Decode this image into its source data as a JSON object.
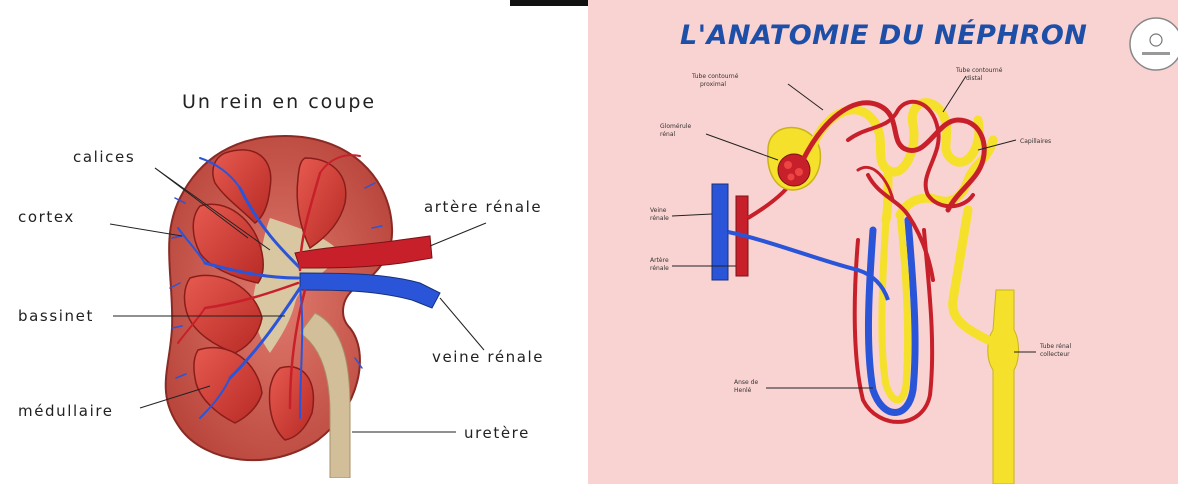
{
  "left_diagram": {
    "title": "Un rein en coupe",
    "labels": {
      "calices": "calices",
      "cortex": "cortex",
      "bassinet": "bassinet",
      "medullaire": "médullaire",
      "artere": "artère rénale",
      "veine": "veine rénale",
      "uretere": "uretère"
    }
  },
  "right_diagram": {
    "title": "L'ANATOMIE DU NÉPHRON",
    "labels": {
      "tube_proximal_1": "Tube contourné",
      "tube_proximal_2": "proximal",
      "tube_distal_1": "Tube contourné",
      "tube_distal_2": "distal",
      "glomerule_1": "Glomérule",
      "glomerule_2": "rénal",
      "capillaires": "Capillaires",
      "veine_1": "Veine",
      "veine_2": "rénale",
      "artere_1": "Artère",
      "artere_2": "rénale",
      "anse_1": "Anse de",
      "anse_2": "Henlé",
      "collecteur_1": "Tube rénal",
      "collecteur_2": "collecteur"
    }
  },
  "colors": {
    "right_background": "#f9d3d1",
    "title_blue": "#1d4fa8",
    "artery_red": "#c8202a",
    "vein_blue": "#2a55d8",
    "tubule_yellow": "#f5e02b",
    "cortex_red": "#cf5a4f",
    "ureter_tan": "#d2bf9a"
  }
}
